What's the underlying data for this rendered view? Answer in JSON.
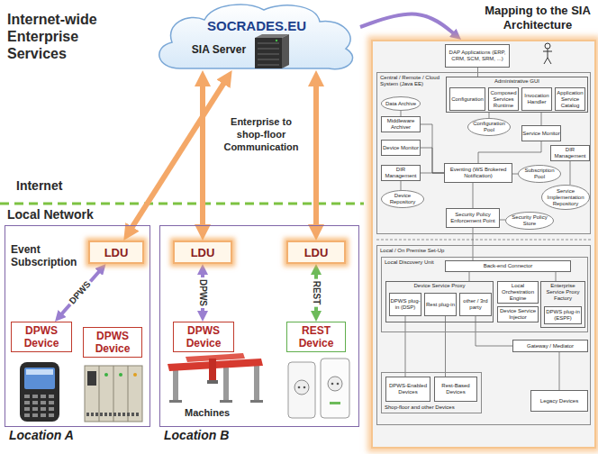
{
  "diagram": {
    "nodes": [
      {
        "text": [
          "SOCRADES.EU",
          "SIA Server"
        ]
      },
      {
        "text": [
          "Location A"
        ]
      },
      {
        "text": [
          "LDU"
        ],
        "in": 1
      },
      {
        "text": [
          "DPWS Device"
        ],
        "in": 1
      },
      {
        "text": [
          "DPWS Device"
        ],
        "in": 1
      },
      {
        "text": [
          "Location B"
        ]
      },
      {
        "text": [
          "LDU"
        ],
        "in": 5
      },
      {
        "text": [
          "LDU"
        ],
        "in": 5
      },
      {
        "text": [
          "DPWS Device"
        ],
        "in": 5
      },
      {
        "text": [
          "REST Device"
        ],
        "in": 5
      },
      {
        "text": [
          "Mapping to the SIA Architecture"
        ]
      },
      {
        "text": [
          "DAP Applications (ERP, CRM, SCM, SRM, ...)"
        ],
        "in": 10
      },
      {
        "text": [
          "Central / Remote / Cloud System (Java EE)"
        ],
        "in": 10
      },
      {
        "text": [
          "Administrative GUI"
        ],
        "in": 12
      },
      {
        "text": [
          "Configuration"
        ],
        "in": 13
      },
      {
        "text": [
          "Composed Services Runtime"
        ],
        "in": 13
      },
      {
        "text": [
          "Invocation Handler"
        ],
        "in": 13
      },
      {
        "text": [
          "Application Service Catalog"
        ],
        "in": 13
      },
      {
        "text": [
          "Data Archive"
        ],
        "in": 12
      },
      {
        "text": [
          "Middleware Archiver"
        ],
        "in": 12
      },
      {
        "text": [
          "Configuration Pool"
        ],
        "in": 12
      },
      {
        "text": [
          "Device Monitor"
        ],
        "in": 12
      },
      {
        "text": [
          "Service Monitor"
        ],
        "in": 12
      },
      {
        "text": [
          "DIR Management"
        ],
        "in": 12
      },
      {
        "text": [
          "Eventing (WS Brokered Notification)"
        ],
        "in": 12
      },
      {
        "text": [
          "Subscription Pool"
        ],
        "in": 12
      },
      {
        "text": [
          "DIR Management"
        ],
        "in": 12
      },
      {
        "text": [
          "Device Repository"
        ],
        "in": 12
      },
      {
        "text": [
          "Service Implementation Repository"
        ],
        "in": 12
      },
      {
        "text": [
          "Security Policy Enforcement Point"
        ],
        "in": 12
      },
      {
        "text": [
          "Security Policy Store"
        ],
        "in": 12
      },
      {
        "text": [
          "Local / On Premise Set-Up"
        ],
        "in": 10
      },
      {
        "text": [
          "Local Discovery Unit"
        ],
        "in": 31
      },
      {
        "text": [
          "Back-end Connector"
        ],
        "in": 32
      },
      {
        "text": [
          "Device Service Proxy"
        ],
        "in": 32
      },
      {
        "text": [
          "DPWS plug-in (DSP)"
        ],
        "in": 34
      },
      {
        "text": [
          "Rest plug-in"
        ],
        "in": 34
      },
      {
        "text": [
          "other / 3rd party"
        ],
        "in": 34
      },
      {
        "text": [
          "Local Orchestration Engine"
        ],
        "in": 32
      },
      {
        "text": [
          "Enterprise Service Proxy Factory"
        ],
        "in": 32
      },
      {
        "text": [
          "DPWS plug-in (ESPF)"
        ],
        "in": 39
      },
      {
        "text": [
          "Device Service Injector"
        ],
        "in": 32
      },
      {
        "text": [
          "Gateway / Mediator"
        ],
        "in": 31
      },
      {
        "text": [
          "Shop-floor and other Devices"
        ],
        "in": 31
      },
      {
        "text": [
          "DPWS-Enabled Devices"
        ],
        "in": 43
      },
      {
        "text": [
          "Rest-Based Devices"
        ],
        "in": 43
      },
      {
        "text": [
          "Legacy Devices"
        ],
        "in": 31
      }
    ],
    "edges": [
      {
        "from": 0,
        "to": 2,
        "arrow": "both"
      },
      {
        "from": 0,
        "to": 6,
        "arrow": "both"
      },
      {
        "from": 0,
        "to": 7,
        "arrow": "both"
      },
      {
        "from": 2,
        "to": 3,
        "label": "DPWS",
        "arrow": "both"
      },
      {
        "from": 6,
        "to": 8,
        "label": "DPWS",
        "arrow": "both"
      },
      {
        "from": 7,
        "to": 9,
        "label": "REST",
        "arrow": "both"
      },
      {
        "from": 0,
        "to": 10,
        "arrow": "to"
      },
      {
        "from": 11,
        "to": 13,
        "arrow": "none"
      },
      {
        "from": 20,
        "to": 13,
        "arrow": "none"
      },
      {
        "from": 22,
        "to": 13,
        "arrow": "none"
      },
      {
        "from": 19,
        "to": 24,
        "arrow": "none"
      },
      {
        "from": 21,
        "to": 24,
        "arrow": "none"
      },
      {
        "from": 23,
        "to": 24,
        "arrow": "none"
      },
      {
        "from": 22,
        "to": 24,
        "arrow": "none"
      },
      {
        "from": 24,
        "to": 25,
        "arrow": "none"
      },
      {
        "from": 24,
        "to": 29,
        "arrow": "none"
      },
      {
        "from": 29,
        "to": 30,
        "arrow": "none"
      },
      {
        "from": 23,
        "to": 27,
        "arrow": "none"
      },
      {
        "from": 26,
        "to": 28,
        "arrow": "none"
      },
      {
        "from": 29,
        "to": 33,
        "arrow": "none"
      },
      {
        "from": 33,
        "to": 34,
        "arrow": "none"
      },
      {
        "from": 33,
        "to": 39,
        "arrow": "none"
      },
      {
        "from": 35,
        "to": 44,
        "arrow": "none"
      },
      {
        "from": 36,
        "to": 45,
        "arrow": "none"
      },
      {
        "from": 37,
        "to": 42,
        "arrow": "none"
      },
      {
        "from": 42,
        "to": 46,
        "arrow": "none"
      },
      {
        "from": 18,
        "to": 19,
        "arrow": "none"
      }
    ],
    "labels": [
      "Internet-wide Enterprise Services",
      "Enterprise to shop-floor Communication",
      "Internet",
      "Local Network",
      "Event Subscription",
      "Machines"
    ]
  }
}
